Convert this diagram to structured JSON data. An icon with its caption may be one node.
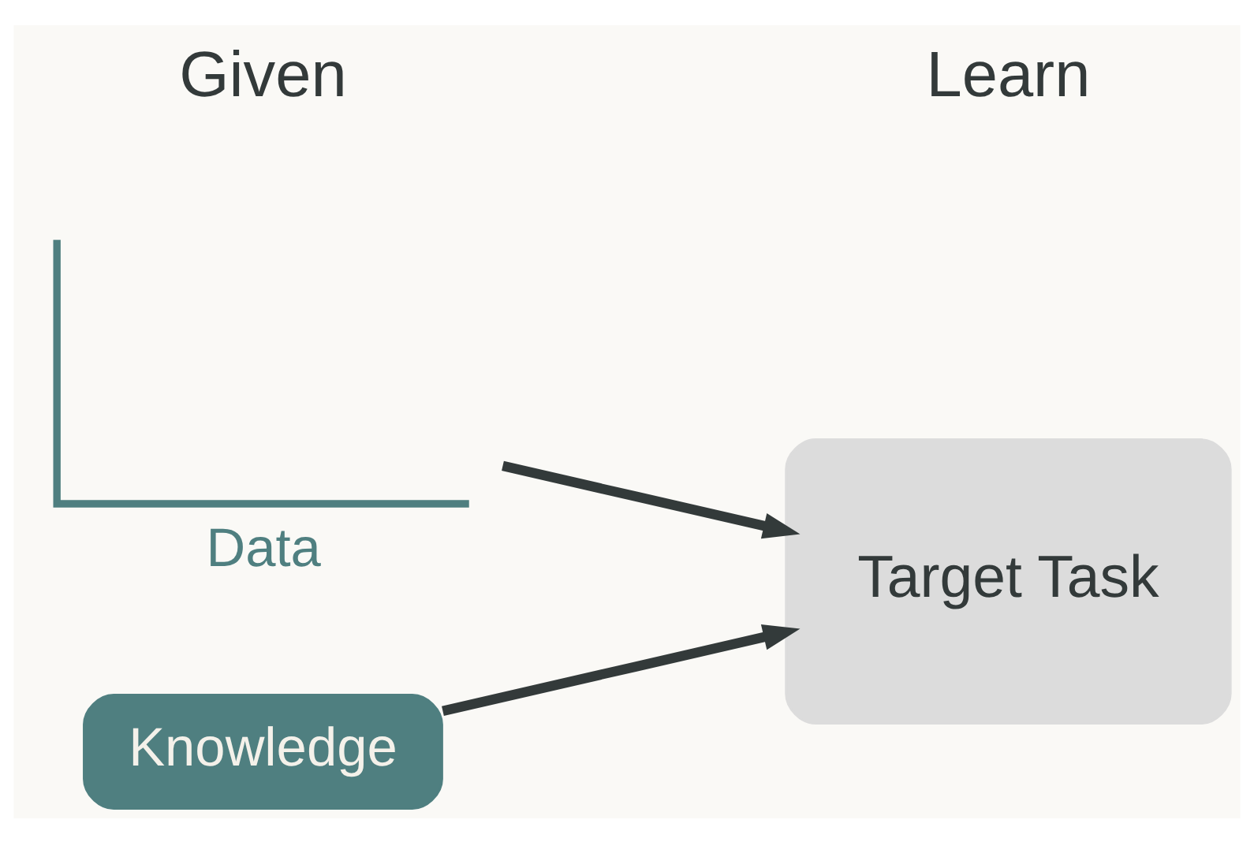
{
  "diagram": {
    "nodes": [
      {
        "text": [
          "Data"
        ]
      },
      {
        "text": [
          "Knowledge"
        ]
      },
      {
        "text": [
          "Target Task"
        ]
      }
    ],
    "edges": [
      {
        "from": 0,
        "to": 2,
        "arrow": "to"
      },
      {
        "from": 1,
        "to": 2,
        "arrow": "to"
      }
    ],
    "labels": [
      "Given",
      "Learn"
    ]
  }
}
